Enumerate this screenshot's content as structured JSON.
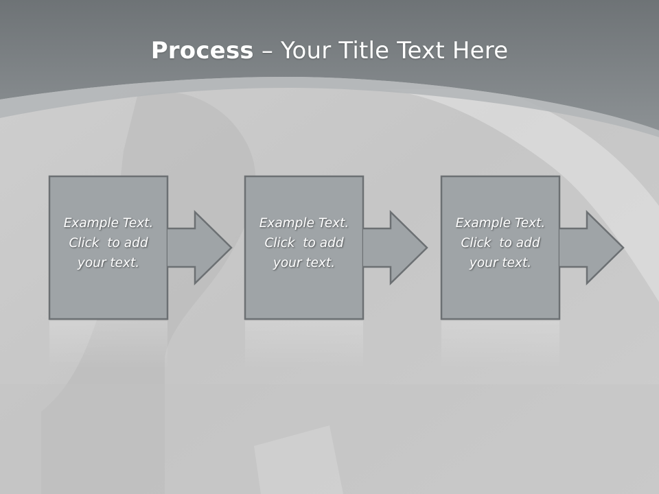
{
  "slide": {
    "title_bold": "Process",
    "title_rest": " – Your Title Text Here"
  },
  "steps": [
    {
      "lines": [
        "Example Text.",
        "Click  to add",
        "your text."
      ]
    },
    {
      "lines": [
        "Example Text.",
        "Click  to add",
        "your text."
      ]
    },
    {
      "lines": [
        "Example Text.",
        "Click  to add",
        "your text."
      ]
    }
  ],
  "colors": {
    "header": "#858a8d",
    "background": "#c9c9c9",
    "shape_fill": "#9fa4a7",
    "shape_stroke": "#6c7073",
    "text": "#ffffff"
  }
}
